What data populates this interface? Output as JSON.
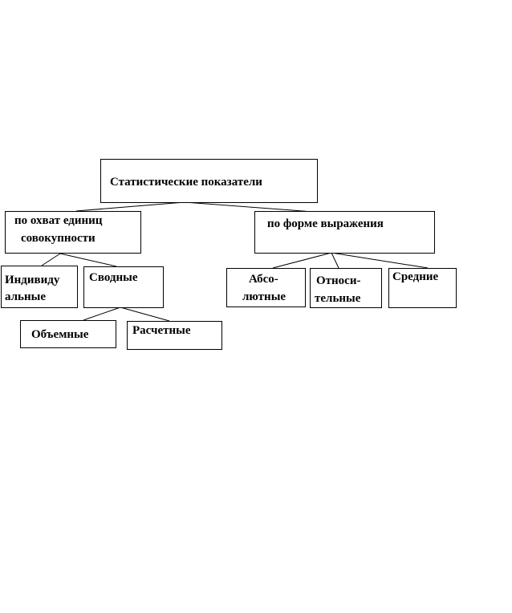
{
  "diagram": {
    "root": {
      "label": "Статистические показатели"
    },
    "by_coverage": {
      "label_line1": "по охват единиц",
      "label_line2": "совокупности",
      "individual": {
        "line1": "Индивиду",
        "line2": "альные"
      },
      "summary": {
        "label": "Сводные",
        "volume": {
          "label": "Объемные"
        },
        "calculated": {
          "label": "Расчетные"
        }
      }
    },
    "by_form": {
      "label": "по форме выражения",
      "absolute": {
        "line1": "Абсо-",
        "line2": "лютные"
      },
      "relative": {
        "line1": "Относи-",
        "line2": "тельные"
      },
      "average": {
        "label": "Средние"
      }
    }
  }
}
